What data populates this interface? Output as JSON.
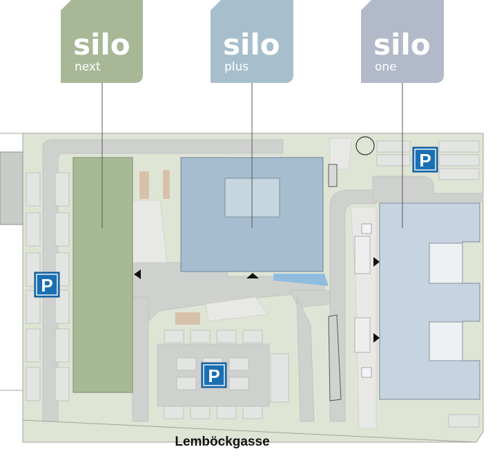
{
  "map": {
    "street_name": "Lemböckgasse",
    "parking_symbol": "P",
    "colors": {
      "ground": "#dfe5d5",
      "road": "#cfd1cf",
      "road_edge": "#bdbfbd",
      "outline": "#9ea49a",
      "parking_sign_blue": "#1a6fb3",
      "terrace": "#d8c1aa",
      "water": "#8fbde0"
    }
  },
  "buildings": [
    {
      "id": "silo-next",
      "name": "silo",
      "suffix": "next",
      "tag_color": "#a8b897",
      "footprint_color": "#a7ba96"
    },
    {
      "id": "silo-plus",
      "name": "silo",
      "suffix": "plus",
      "tag_color": "#a7bfcc",
      "footprint_color": "#a6bdd0"
    },
    {
      "id": "silo-one",
      "name": "silo",
      "suffix": "one",
      "tag_color": "#b2b9c8",
      "footprint_color": "#c6d3e0"
    }
  ],
  "parking": [
    {
      "id": "parking-east"
    },
    {
      "id": "parking-west"
    },
    {
      "id": "parking-south"
    }
  ],
  "entrances": [
    {
      "id": "entrance-west",
      "icon": "arrow-left-icon"
    },
    {
      "id": "entrance-north",
      "icon": "arrow-up-icon"
    },
    {
      "id": "entrance-east-1",
      "icon": "arrow-right-icon"
    },
    {
      "id": "entrance-east-2",
      "icon": "arrow-right-icon"
    }
  ]
}
